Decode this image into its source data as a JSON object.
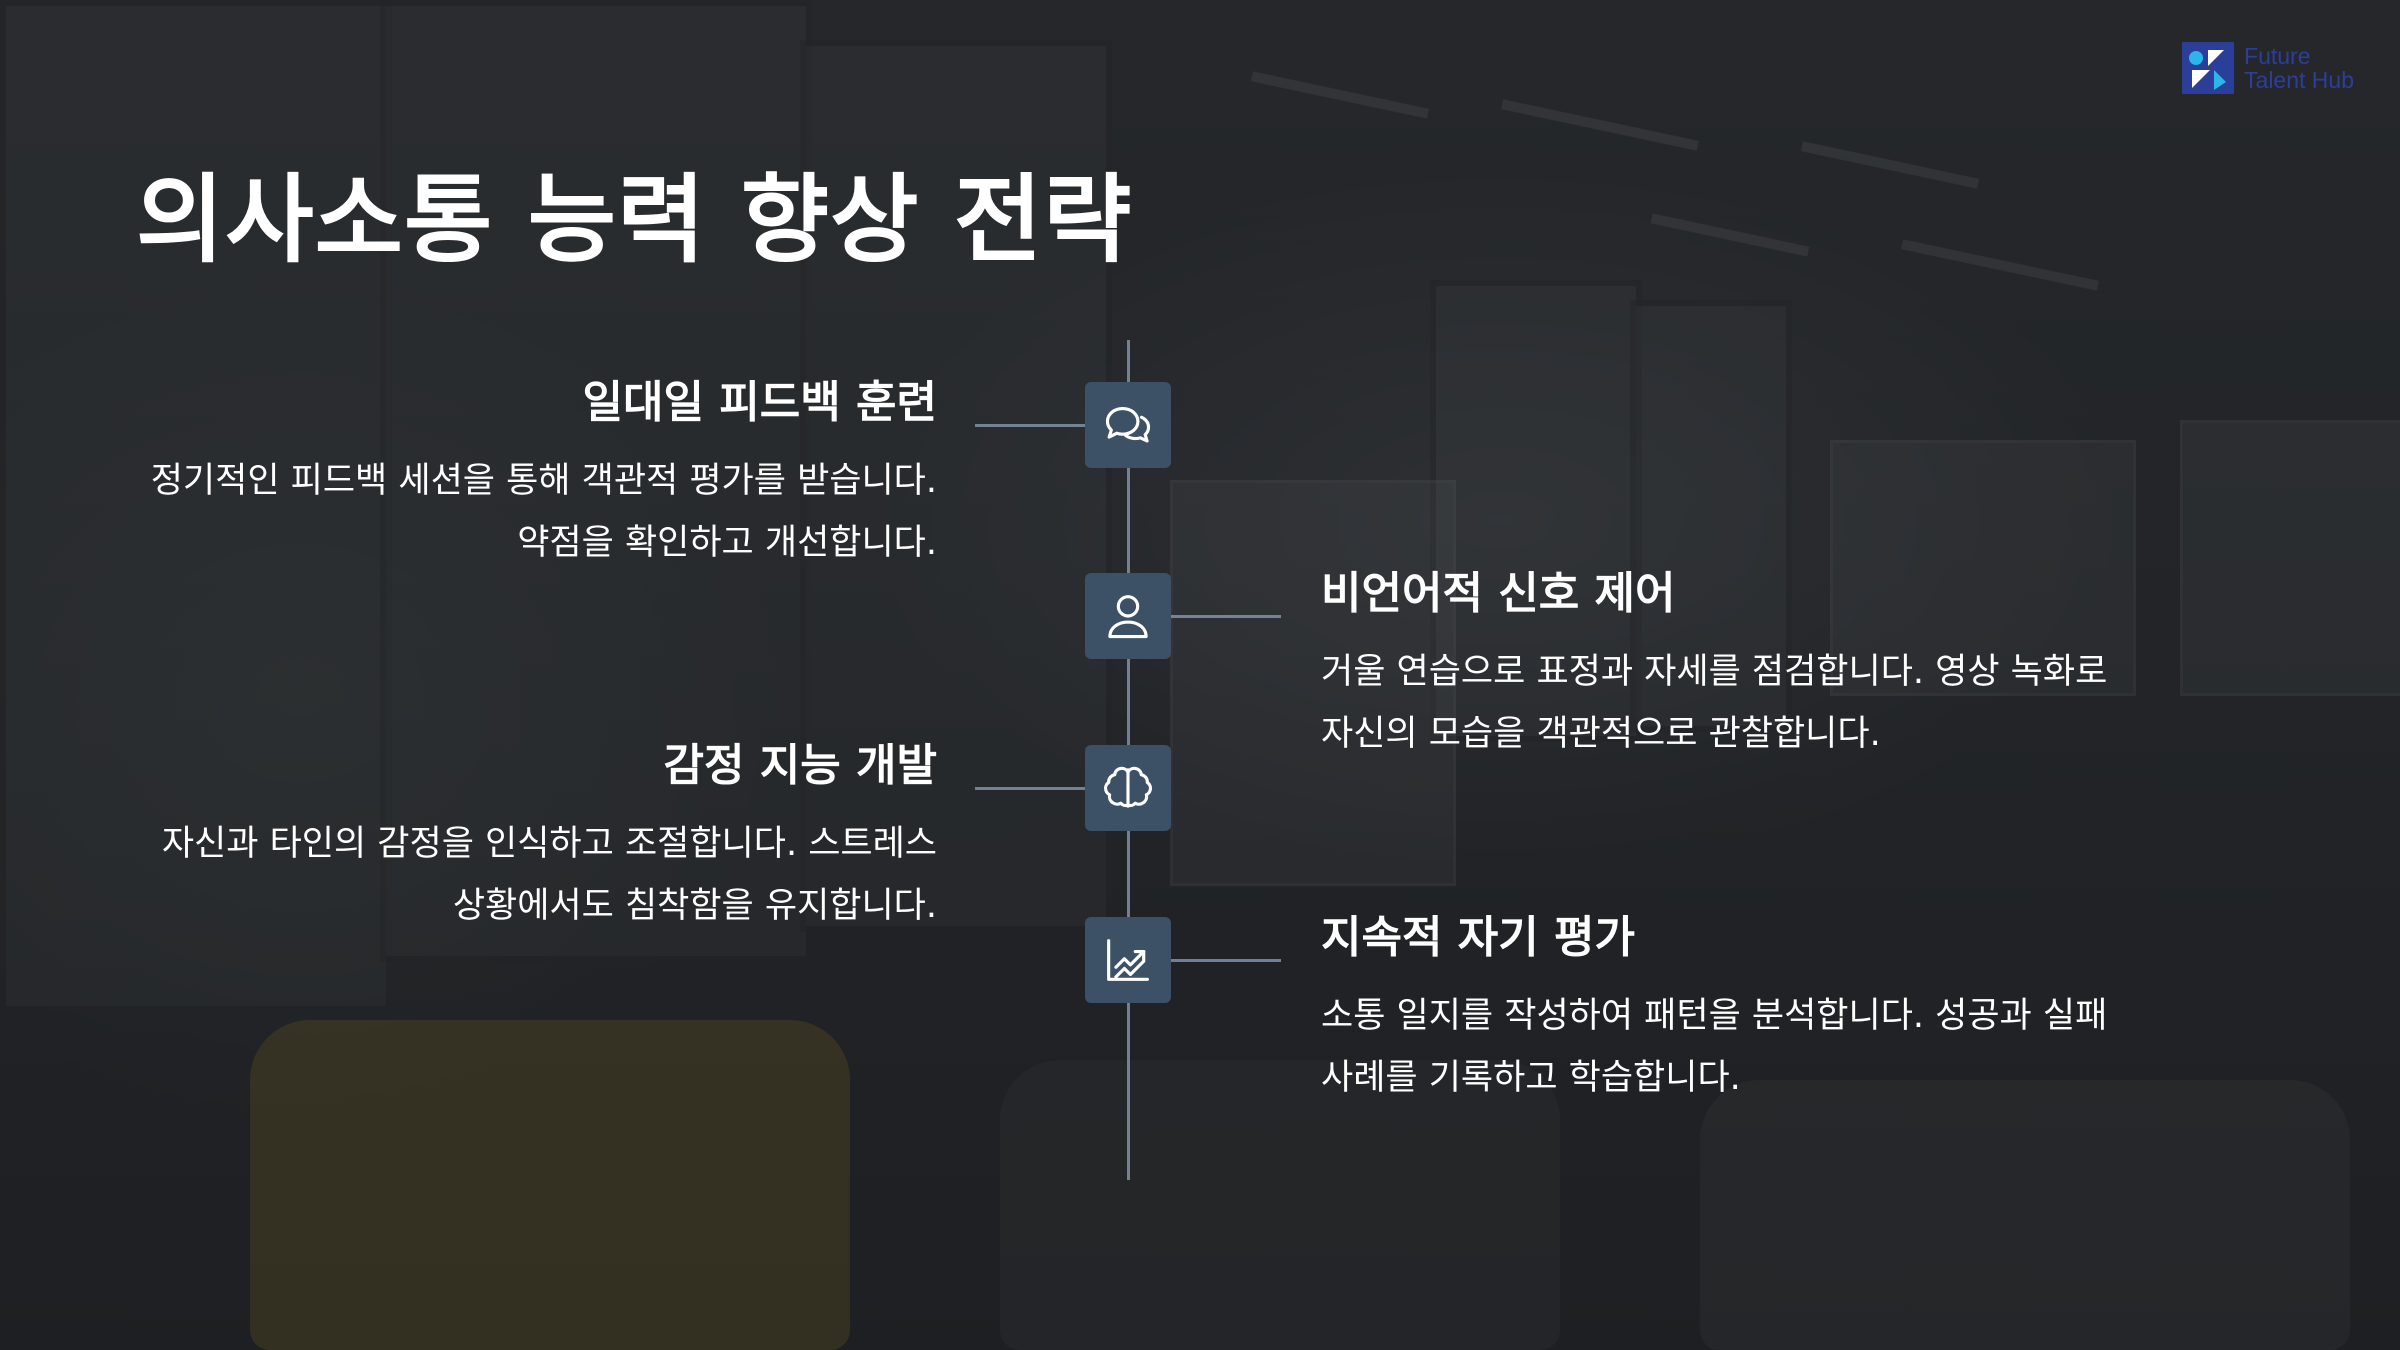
{
  "slide": {
    "title": "의사소통 능력 향상 전략"
  },
  "logo": {
    "name_line1": "Future",
    "name_line2": "Talent Hub",
    "icon": "future-talent-hub-logo",
    "color": "#2b3e9a"
  },
  "timeline": {
    "line_color": "#8ca0b9",
    "node_color": "#3c5166",
    "items": [
      {
        "title": "일대일 피드백 훈련",
        "description": "정기적인 피드백 세션을 통해 객관적 평가를 받습니다. 약점을 확인하고 개선합니다.",
        "icon": "chat-bubbles-icon",
        "side": "left"
      },
      {
        "title": "비언어적 신호 제어",
        "description": "거울 연습으로 표정과 자세를 점검합니다. 영상 녹화로 자신의 모습을 객관적으로 관찰합니다.",
        "icon": "user-icon",
        "side": "right"
      },
      {
        "title": "감정 지능 개발",
        "description": "자신과 타인의 감정을 인식하고 조절합니다. 스트레스 상황에서도 침착함을 유지합니다.",
        "icon": "brain-icon",
        "side": "left"
      },
      {
        "title": "지속적 자기 평가",
        "description": "소통 일지를 작성하여 패턴을 분석합니다. 성공과 실패 사례를 기록하고 학습합니다.",
        "icon": "trend-chart-icon",
        "side": "right"
      }
    ]
  }
}
